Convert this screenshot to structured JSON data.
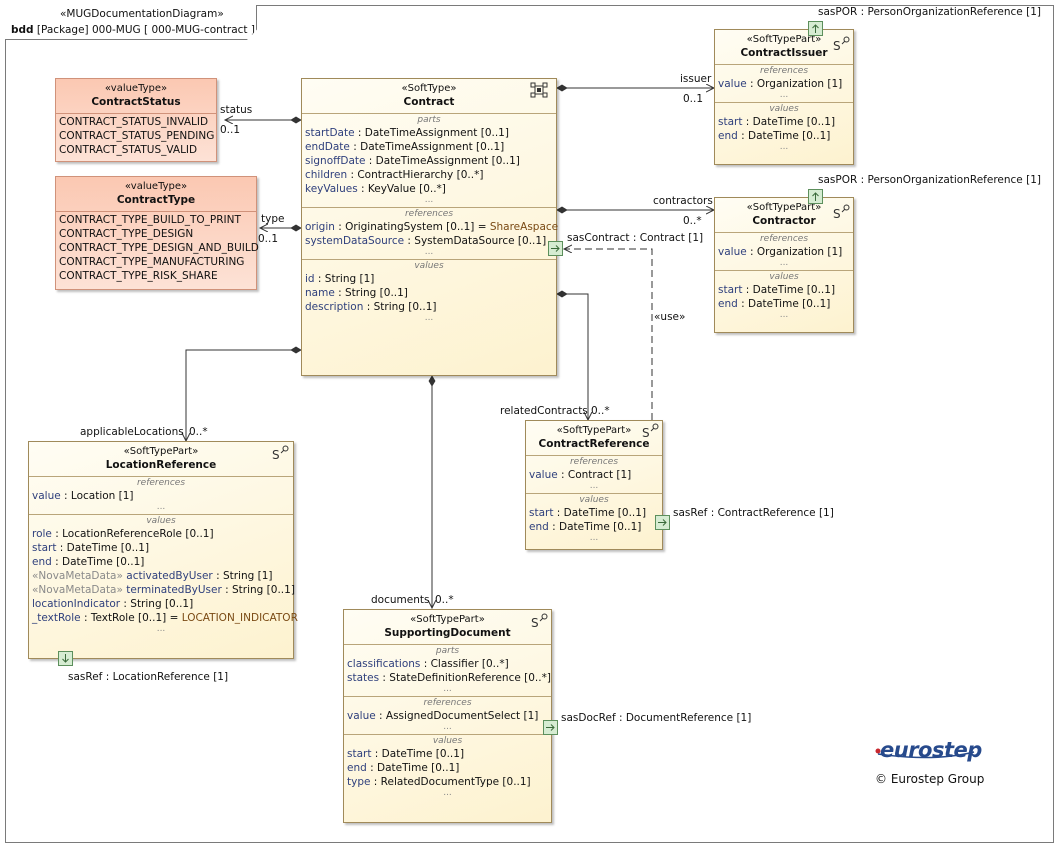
{
  "frame": {
    "stereotype": "«MUGDocumentationDiagram»",
    "kind": "bdd",
    "title_rest": "[Package] 000-MUG [ 000-MUG-contract ]"
  },
  "colors": {
    "block_fill": "#fdf2cf",
    "value_type_fill": "#fbc8b2",
    "port_fill": "#d6ecd2",
    "logo_blue": "#274a8c",
    "line": "#333333"
  },
  "contract": {
    "stereotype": "«SoftType»",
    "name": "Contract",
    "parts_caption": "parts",
    "parts": [
      {
        "n": "startDate",
        "t": " : DateTimeAssignment [0..1]"
      },
      {
        "n": "endDate",
        "t": " : DateTimeAssignment [0..1]"
      },
      {
        "n": "signoffDate",
        "t": " : DateTimeAssignment [0..1]"
      },
      {
        "n": "children",
        "t": " : ContractHierarchy [0..*]"
      },
      {
        "n": "keyValues",
        "t": " : KeyValue [0..*]"
      }
    ],
    "refs_caption": "references",
    "refs": [
      {
        "n": "origin",
        "t": " : OriginatingSystem [0..1] = ",
        "d": "ShareAspace"
      },
      {
        "n": "systemDataSource",
        "t": " : SystemDataSource [0..1]"
      }
    ],
    "values_caption": "values",
    "values": [
      {
        "n": "id",
        "t": " : String [1]"
      },
      {
        "n": "name",
        "t": " : String [0..1]"
      },
      {
        "n": "description",
        "t": " : String [0..1]"
      }
    ],
    "dots": "..."
  },
  "contract_status": {
    "stereotype": "«valueType»",
    "name": "ContractStatus",
    "literals": [
      "CONTRACT_STATUS_INVALID",
      "CONTRACT_STATUS_PENDING",
      "CONTRACT_STATUS_VALID"
    ]
  },
  "contract_type": {
    "stereotype": "«valueType»",
    "name": "ContractType",
    "literals": [
      "CONTRACT_TYPE_BUILD_TO_PRINT",
      "CONTRACT_TYPE_DESIGN",
      "CONTRACT_TYPE_DESIGN_AND_BUILD",
      "CONTRACT_TYPE_MANUFACTURING",
      "CONTRACT_TYPE_RISK_SHARE"
    ]
  },
  "contract_issuer": {
    "stereotype": "«SoftTypePart»",
    "name": "ContractIssuer",
    "refs_caption": "references",
    "refs": [
      {
        "n": "value",
        "t": " : Organization [1]"
      }
    ],
    "values_caption": "values",
    "values": [
      {
        "n": "start",
        "t": " : DateTime [0..1]"
      },
      {
        "n": "end",
        "t": " : DateTime [0..1]"
      }
    ],
    "dots": "...",
    "port_label": "sasPOR : PersonOrganizationReference [1]"
  },
  "contractor": {
    "stereotype": "«SoftTypePart»",
    "name": "Contractor",
    "refs_caption": "references",
    "refs": [
      {
        "n": "value",
        "t": " : Organization [1]"
      }
    ],
    "values_caption": "values",
    "values": [
      {
        "n": "start",
        "t": " : DateTime [0..1]"
      },
      {
        "n": "end",
        "t": " : DateTime [0..1]"
      }
    ],
    "dots": "...",
    "port_label": "sasPOR : PersonOrganizationReference [1]"
  },
  "contract_reference": {
    "stereotype": "«SoftTypePart»",
    "name": "ContractReference",
    "refs_caption": "references",
    "refs": [
      {
        "n": "value",
        "t": " : Contract [1]"
      }
    ],
    "values_caption": "values",
    "values": [
      {
        "n": "start",
        "t": " : DateTime [0..1]"
      },
      {
        "n": "end",
        "t": " : DateTime [0..1]"
      }
    ],
    "dots": "...",
    "port_label": "sasRef : ContractReference [1]"
  },
  "location_reference": {
    "stereotype": "«SoftTypePart»",
    "name": "LocationReference",
    "refs_caption": "references",
    "refs": [
      {
        "n": "value",
        "t": " : Location [1]"
      }
    ],
    "values_caption": "values",
    "values": [
      {
        "n": "role",
        "t": " : LocationReferenceRole [0..1]"
      },
      {
        "n": "start",
        "t": " : DateTime [0..1]"
      },
      {
        "n": "end",
        "t": " : DateTime [0..1]"
      }
    ],
    "meta": [
      {
        "s": "«NovaMetaData»",
        "n": " activatedByUser",
        "t": " : String [1]"
      },
      {
        "s": "«NovaMetaData»",
        "n": " terminatedByUser",
        "t": " : String [0..1]"
      }
    ],
    "extra": [
      {
        "n": "locationIndicator",
        "t": " : String [0..1]"
      },
      {
        "n": "_textRole",
        "t": " : TextRole [0..1] = ",
        "d": "LOCATION_INDICATOR"
      }
    ],
    "dots": "...",
    "port_label": "sasRef : LocationReference [1]"
  },
  "supporting_document": {
    "stereotype": "«SoftTypePart»",
    "name": "SupportingDocument",
    "parts_caption": "parts",
    "parts": [
      {
        "n": "classifications",
        "t": " : Classifier [0..*]"
      },
      {
        "n": "states",
        "t": " : StateDefinitionReference [0..*]"
      }
    ],
    "refs_caption": "references",
    "refs": [
      {
        "n": "value",
        "t": " : AssignedDocumentSelect [1]"
      }
    ],
    "values_caption": "values",
    "values": [
      {
        "n": "start",
        "t": " : DateTime [0..1]"
      },
      {
        "n": "end",
        "t": " : DateTime [0..1]"
      },
      {
        "n": "type",
        "t": " : RelatedDocumentType [0..1]"
      }
    ],
    "dots": "...",
    "port_label": "sasDocRef : DocumentReference [1]"
  },
  "links": {
    "status_role": "status",
    "status_mult": "0..1",
    "type_role": "type",
    "type_mult": "0..1",
    "issuer_role": "issuer",
    "issuer_mult": "0..1",
    "contractors_role": "contractors",
    "contractors_mult": "0..*",
    "related_role": "relatedContracts",
    "related_mult": "0..*",
    "locations_role": "applicableLocations",
    "locations_mult": "0..*",
    "documents_role": "documents",
    "documents_mult": "0..*",
    "use_label": "«use»",
    "sas_contract_label": "sasContract : Contract [1]"
  },
  "branding": {
    "logo": "eurostep",
    "copyright": "© Eurostep Group"
  }
}
